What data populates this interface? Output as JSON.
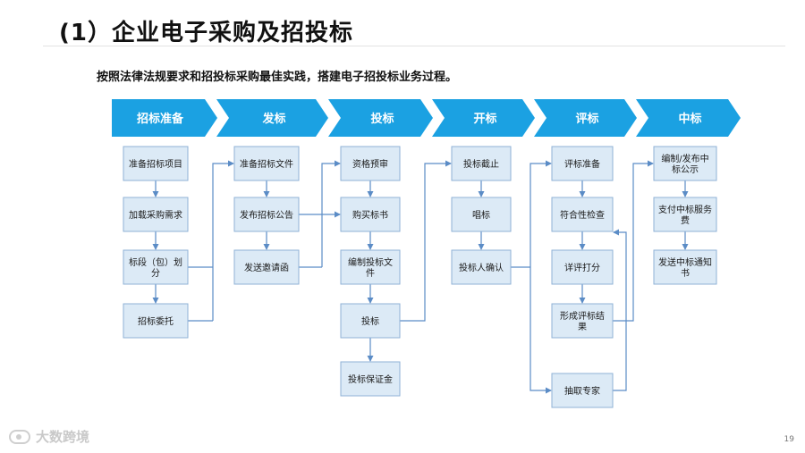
{
  "title": "(1）企业电子采购及招投标",
  "subtitle": "按照法律法规要求和招投标采购最佳实践，搭建电子招投标业务过程。",
  "colors": {
    "stage_fill": "#1BA1E2",
    "box_fill": "#DCEAF6",
    "box_border": "#8FB2D6",
    "connector": "#5B8CC6"
  },
  "stages": [
    {
      "label": "招标准备",
      "steps": [
        "准备招标项目",
        "加载采购需求",
        "标段（包）划分",
        "招标委托"
      ]
    },
    {
      "label": "发标",
      "steps": [
        "准备招标文件",
        "发布招标公告",
        "发送邀请函"
      ]
    },
    {
      "label": "投标",
      "steps": [
        "资格预审",
        "购买标书",
        "编制投标文件",
        "投标",
        "投标保证金"
      ]
    },
    {
      "label": "开标",
      "steps": [
        "投标截止",
        "唱标",
        "投标人确认"
      ]
    },
    {
      "label": "评标",
      "steps": [
        "评标准备",
        "符合性检查",
        "详评打分",
        "形成评标结果",
        "抽取专家"
      ]
    },
    {
      "label": "中标",
      "steps": [
        "编制/发布中标公示",
        "支付中标服务费",
        "发送中标通知书"
      ]
    }
  ],
  "watermark": "大数跨境",
  "page_number": "19"
}
